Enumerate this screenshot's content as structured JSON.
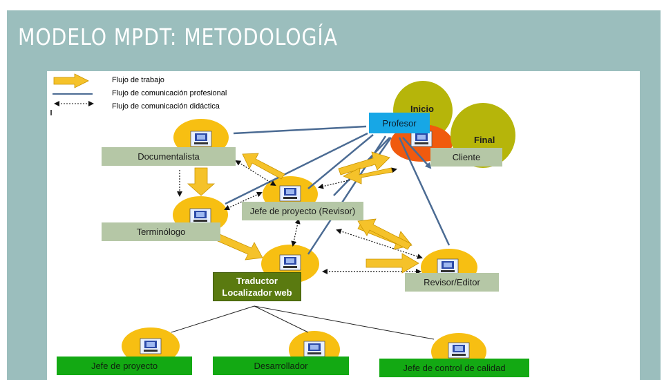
{
  "slide": {
    "title": "MODELO MPDT: METODOLOGÍA",
    "colors": {
      "background": "#9bbebd",
      "panel": "#ffffff",
      "title_text": "#ffffff"
    }
  },
  "legend": [
    {
      "symbol": "yellow-arrow",
      "label": "Flujo de trabajo"
    },
    {
      "symbol": "blue-line",
      "label": "Flujo de comunicación profesional"
    },
    {
      "symbol": "dotted-arrow",
      "label": "Flujo de comunicación didáctica"
    }
  ],
  "nodes": {
    "inicio": "Inicio",
    "final": "Final",
    "profesor": "Profesor",
    "cliente": "Cliente",
    "documentalista": "Documentalista",
    "terminologo": "Terminólogo",
    "jefe_proyecto_revisor": "Jefe de proyecto (Revisor)",
    "traductor_line1": "Traductor",
    "traductor_line2": "Localizador web",
    "revisor_editor": "Revisor/Editor",
    "jefe_proyecto": "Jefe de proyecto",
    "desarrollador": "Desarrollador",
    "jefe_control_calidad": "Jefe de control de calidad"
  },
  "icons": {
    "role_icon": "computer-user-icon",
    "work_flow": "yellow-arrow-icon",
    "professional_flow": "blue-line-icon",
    "didactic_flow": "dotted-arrow-icon"
  },
  "colors": {
    "ellipse_fill": "#f7bf12",
    "arrow_fill": "#f5c22a",
    "inicio_fill": "#b6b50a",
    "cliente_fill": "#f05a0e",
    "blue_line": "#4b6b93",
    "light_box": "#b5c7a6",
    "dark_box": "#5a7a10",
    "green_box": "#13a913",
    "profesor_box": "#17a7e6"
  }
}
